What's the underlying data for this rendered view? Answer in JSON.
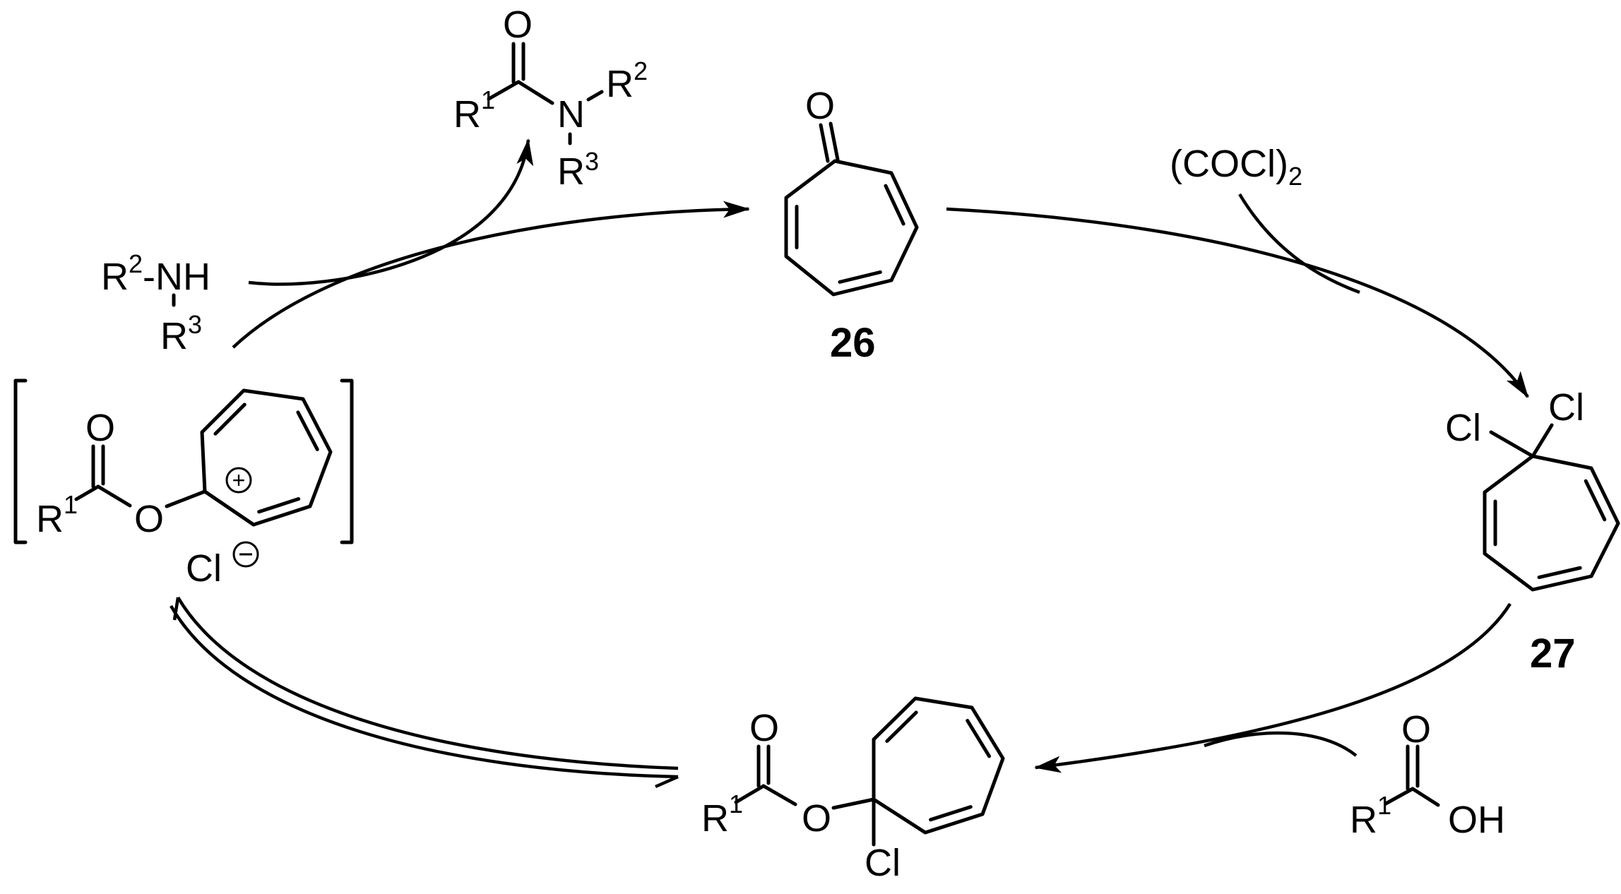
{
  "amide": {
    "O": "O",
    "R1": "R",
    "R1_sup": "1",
    "N": "N",
    "R2": "R",
    "R2_sup": "2",
    "R3": "R",
    "R3_sup": "3"
  },
  "amine": {
    "R2": "R",
    "R2_sup": "2",
    "NH": "-NH",
    "R3": "R",
    "R3_sup": "3"
  },
  "tropone": {
    "O": "O",
    "label": "26"
  },
  "reagent": {
    "text": "(COCl)",
    "sub": "2"
  },
  "dichloride": {
    "Cl_left": "Cl",
    "Cl_right": "Cl",
    "label": "27"
  },
  "cation": {
    "O_carbonyl": "O",
    "R1": "R",
    "R1_sup": "1",
    "O_ester": "O",
    "counterion": "Cl",
    "charge": "+",
    "counter_charge": "-"
  },
  "adduct": {
    "O_carbonyl": "O",
    "R1": "R",
    "R1_sup": "1",
    "O_ester": "O",
    "Cl": "Cl"
  },
  "acid": {
    "O": "O",
    "R1": "R",
    "R1_sup": "1",
    "OH": "OH"
  }
}
